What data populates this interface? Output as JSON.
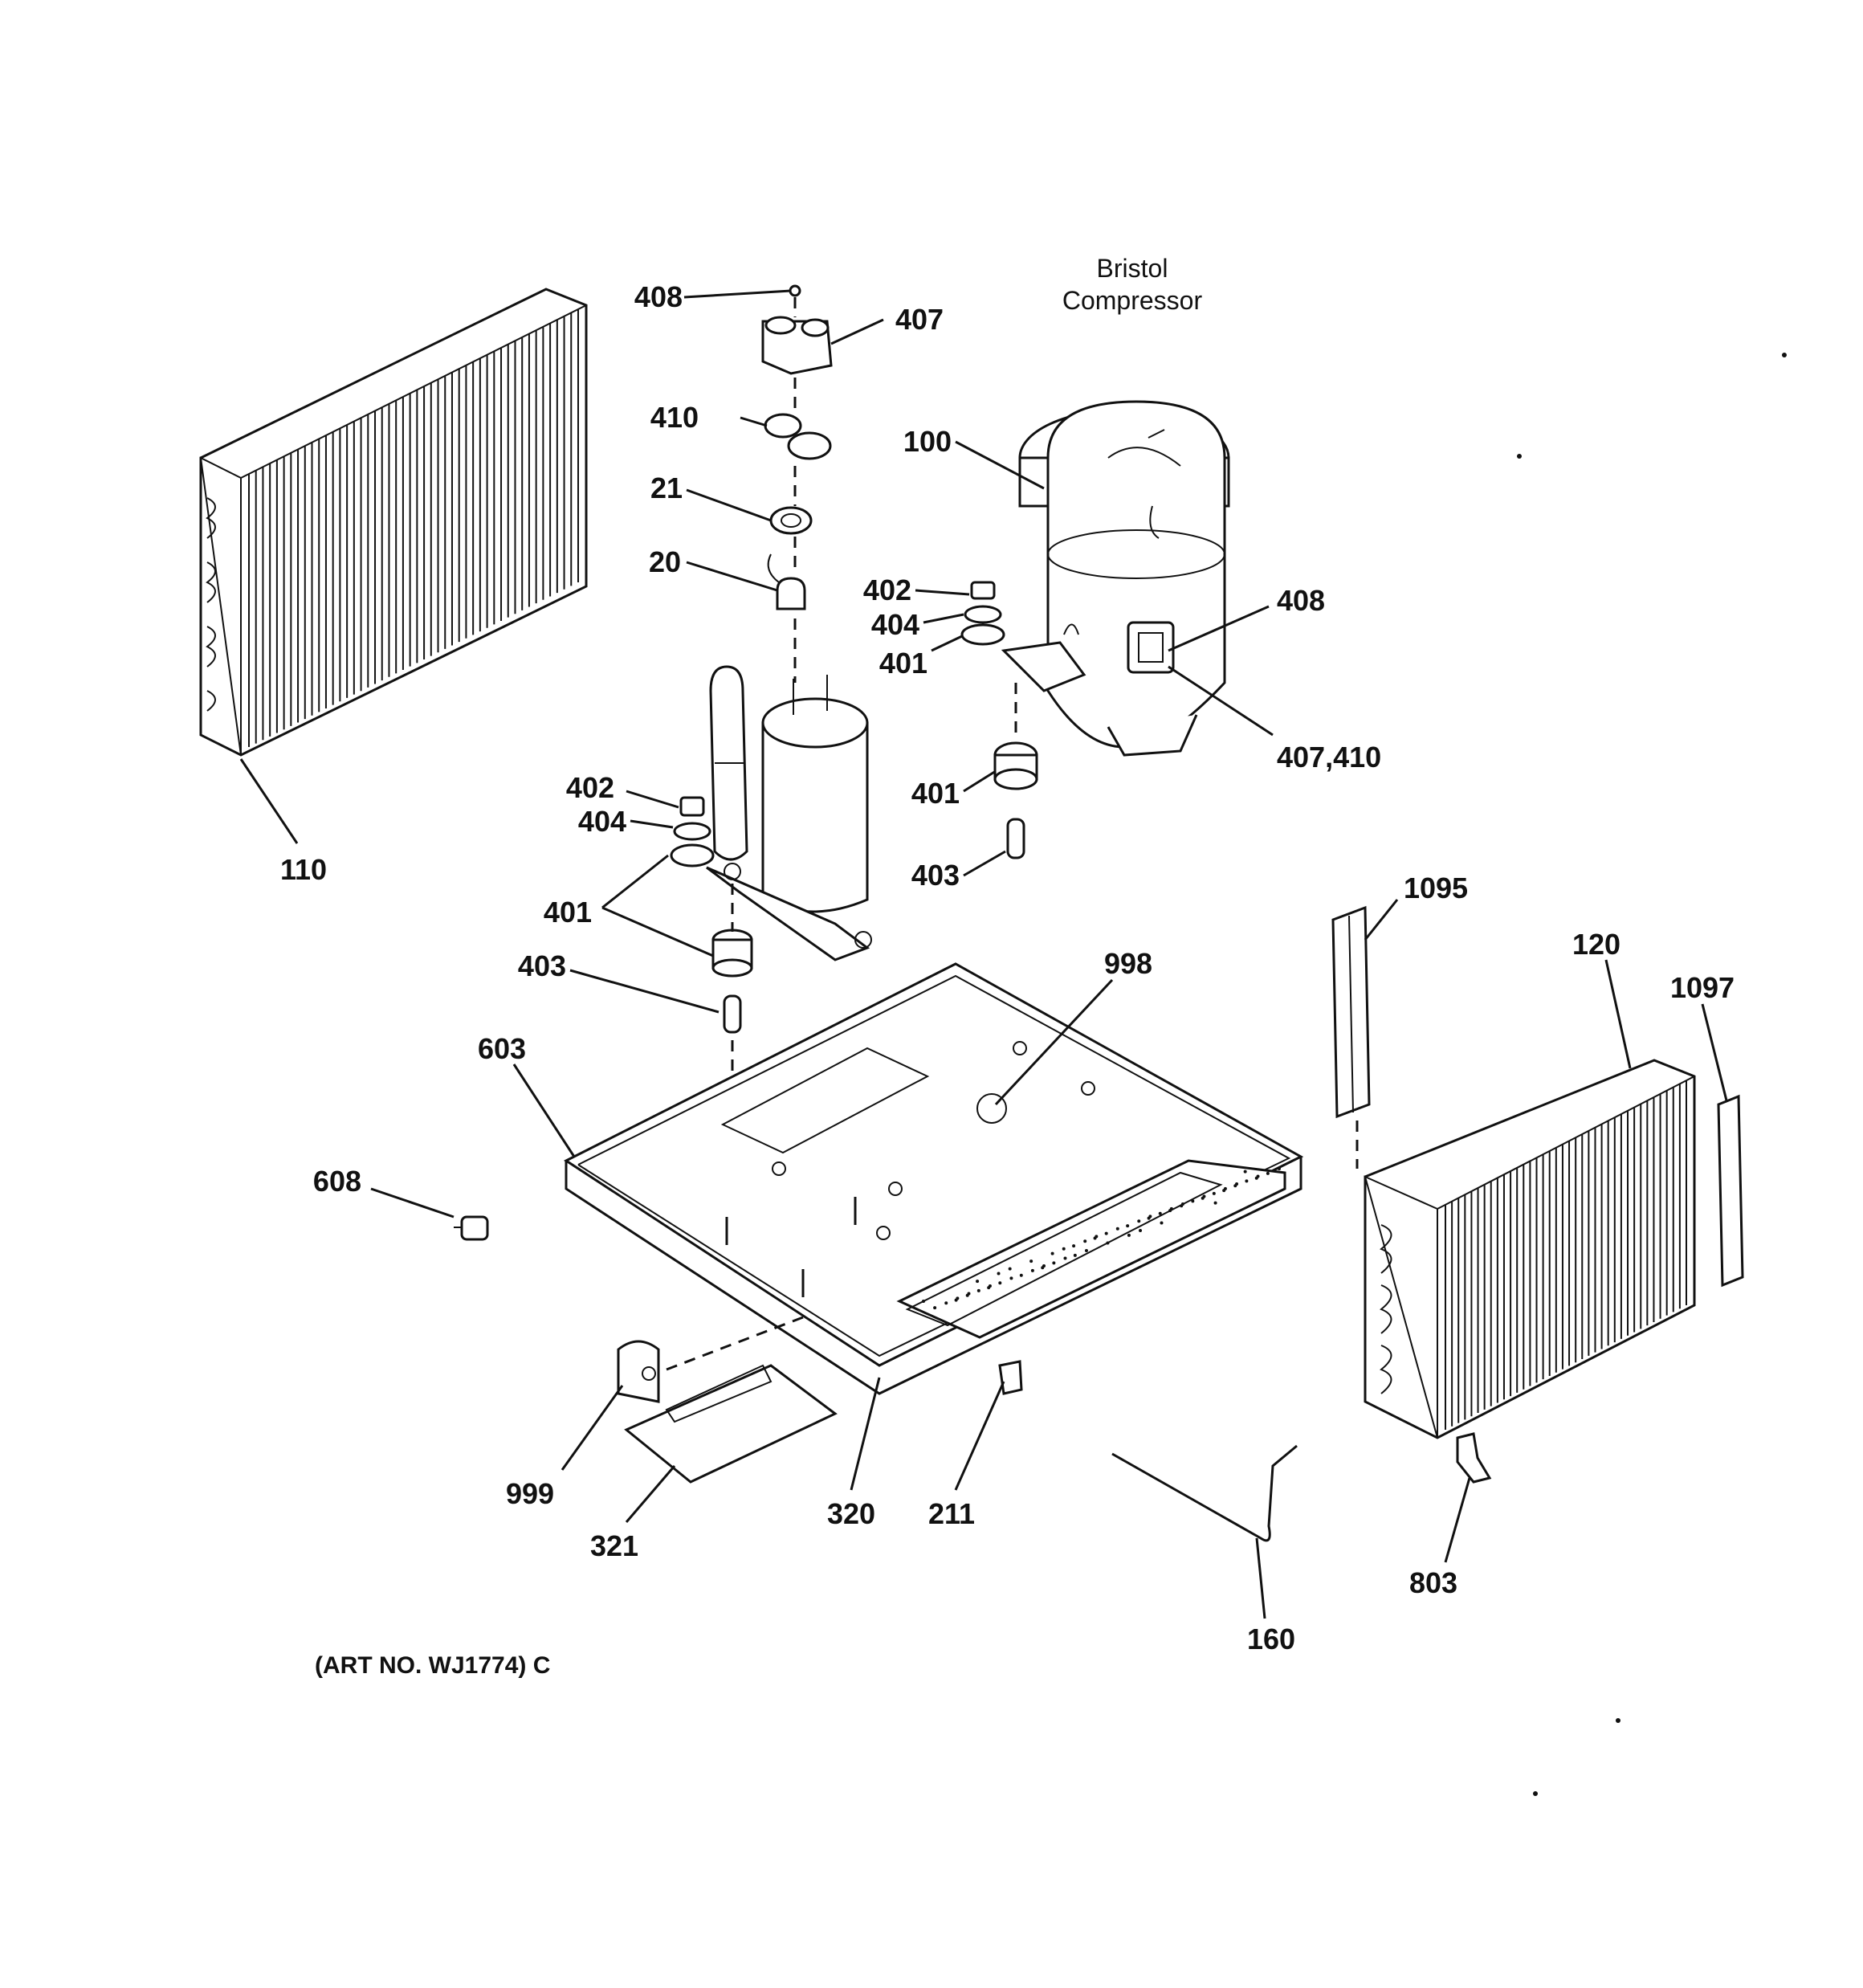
{
  "caption": {
    "line1": "Bristol",
    "line2": "Compressor"
  },
  "art_number": "(ART NO. WJ1774) C",
  "callouts": {
    "c408_top": "408",
    "c407_top": "407",
    "c410": "410",
    "c21": "21",
    "c20": "20",
    "c100": "100",
    "c402_r": "402",
    "c404_r": "404",
    "c401_r": "401",
    "c408_r": "408",
    "c407_410": "407,410",
    "c401_r2": "401",
    "c403_r": "403",
    "c110": "110",
    "c402_l": "402",
    "c404_l": "404",
    "c401_l": "401",
    "c403_l": "403",
    "c603": "603",
    "c998": "998",
    "c608": "608",
    "c1095": "1095",
    "c120": "120",
    "c1097": "1097",
    "c999": "999",
    "c321": "321",
    "c320": "320",
    "c211": "211",
    "c160": "160",
    "c803": "803"
  }
}
